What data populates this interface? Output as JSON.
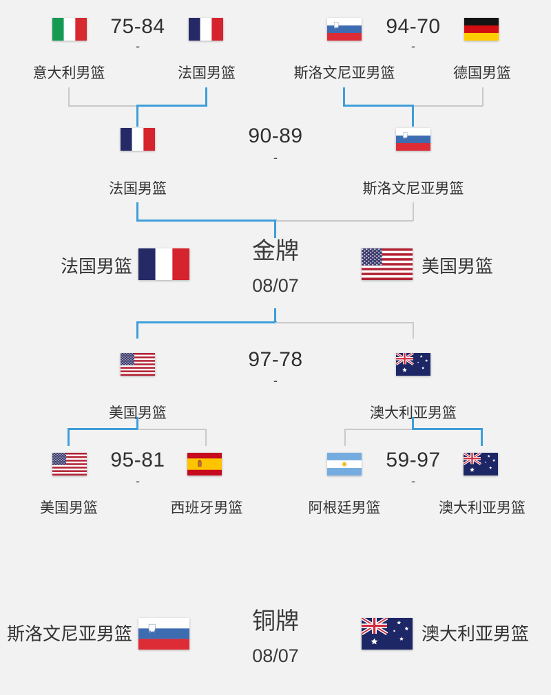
{
  "app": {
    "background_color": "#f2f2f3",
    "winner_path_color": "#3d9ed9",
    "loser_path_color": "#c9c9cc"
  },
  "bracket": {
    "quarterfinals": [
      {
        "score": "75-84",
        "separator": "-",
        "winner": "team2",
        "team1": {
          "name": "意大利男篮",
          "flag": "italy"
        },
        "team2": {
          "name": "法国男篮",
          "flag": "france"
        }
      },
      {
        "score": "94-70",
        "separator": "-",
        "winner": "team1",
        "team1": {
          "name": "斯洛文尼亚男篮",
          "flag": "slovenia"
        },
        "team2": {
          "name": "德国男篮",
          "flag": "germany"
        }
      },
      {
        "score": "95-81",
        "separator": "-",
        "winner": "team1",
        "team1": {
          "name": "美国男篮",
          "flag": "usa"
        },
        "team2": {
          "name": "西班牙男篮",
          "flag": "spain"
        }
      },
      {
        "score": "59-97",
        "separator": "-",
        "winner": "team2",
        "team1": {
          "name": "阿根廷男篮",
          "flag": "argentina"
        },
        "team2": {
          "name": "澳大利亚男篮",
          "flag": "australia"
        }
      }
    ],
    "semifinals": [
      {
        "score": "90-89",
        "separator": "-",
        "winner": "team1",
        "team1": {
          "name": "法国男篮",
          "flag": "france"
        },
        "team2": {
          "name": "斯洛文尼亚男篮",
          "flag": "slovenia"
        }
      },
      {
        "score": "97-78",
        "separator": "-",
        "winner": "team1",
        "team1": {
          "name": "美国男篮",
          "flag": "usa"
        },
        "team2": {
          "name": "澳大利亚男篮",
          "flag": "australia"
        }
      }
    ],
    "finals": {
      "gold": {
        "title": "金牌",
        "date": "08/07",
        "team1": {
          "name": "法国男篮",
          "flag": "france"
        },
        "team2": {
          "name": "美国男篮",
          "flag": "usa"
        }
      },
      "bronze": {
        "title": "铜牌",
        "date": "08/07",
        "team1": {
          "name": "斯洛文尼亚男篮",
          "flag": "slovenia"
        },
        "team2": {
          "name": "澳大利亚男篮",
          "flag": "australia"
        }
      }
    }
  }
}
